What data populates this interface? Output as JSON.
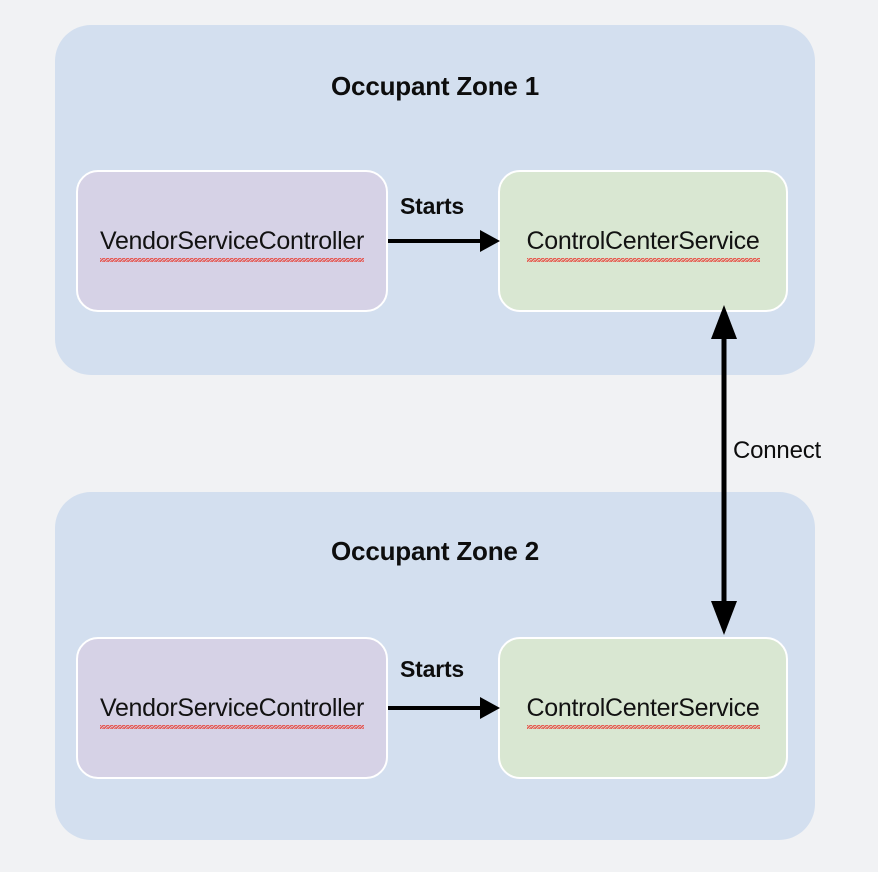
{
  "diagram": {
    "background_color": "#f1f2f4",
    "zone_color": "#d3dfef",
    "vendor_box_color": "#d6d2e6",
    "control_box_color": "#d9e7d2",
    "edge_color": "#000000",
    "spellcheck_underline_color": "#e8443a",
    "zones": [
      {
        "title": "Occupant Zone 1",
        "nodes": [
          {
            "label": "VendorServiceController",
            "kind": "vendor"
          },
          {
            "label": "ControlCenterService",
            "kind": "control"
          }
        ],
        "edge_label": "Starts"
      },
      {
        "title": "Occupant Zone 2",
        "nodes": [
          {
            "label": "VendorServiceController",
            "kind": "vendor"
          },
          {
            "label": "ControlCenterService",
            "kind": "control"
          }
        ],
        "edge_label": "Starts"
      }
    ],
    "cross_zone_edge": {
      "label": "Connect",
      "direction": "bidirectional",
      "from": "ControlCenterService (Occupant Zone 1)",
      "to": "ControlCenterService (Occupant Zone 2)"
    }
  }
}
